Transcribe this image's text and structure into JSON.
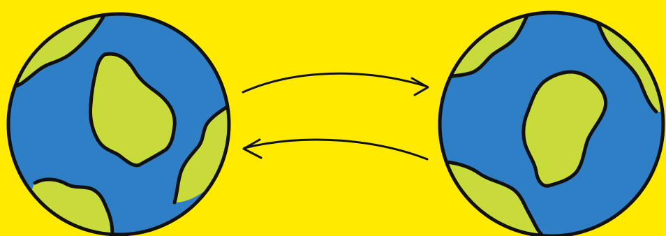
{
  "scene": {
    "subject": "two-globes-exchange",
    "background_color": "#FFEA00",
    "ocean_color": "#2F7FC6",
    "land_color": "#C9DB3A",
    "outline_color": "#111111",
    "elements": [
      {
        "name": "globe-left",
        "icon": "globe-icon"
      },
      {
        "name": "arrow-right",
        "icon": "curved-arrow-right-icon"
      },
      {
        "name": "arrow-left",
        "icon": "curved-arrow-left-icon"
      },
      {
        "name": "globe-right",
        "icon": "globe-icon"
      }
    ]
  }
}
